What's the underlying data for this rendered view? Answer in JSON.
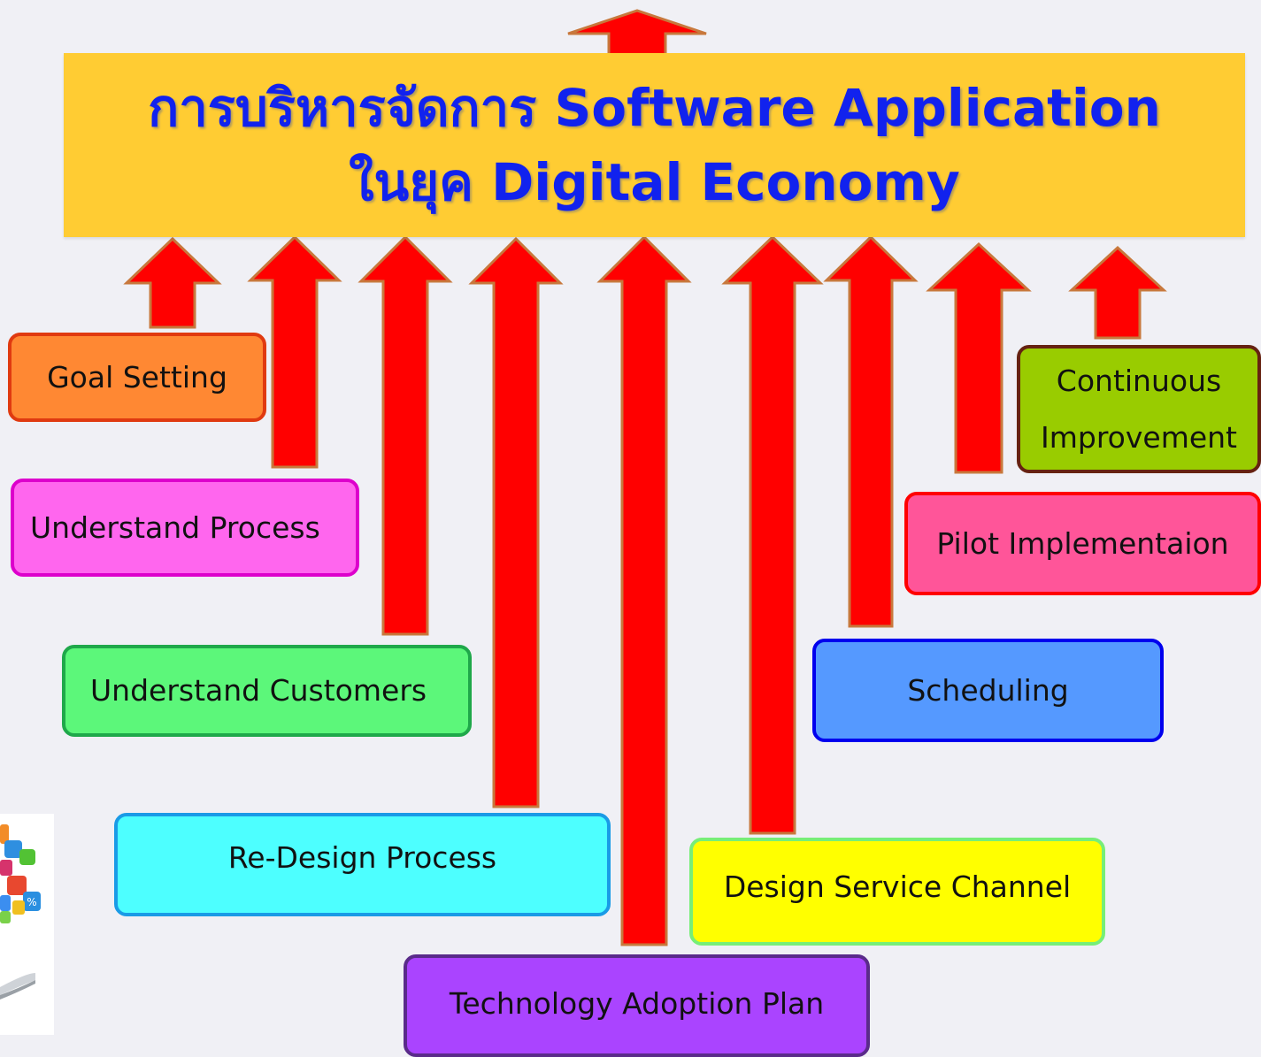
{
  "title": {
    "line1": "การบริหารจัดการ Software Application",
    "line2": "ในยุค Digital Economy",
    "text_color": "#1122ee",
    "background": "#ffcc33"
  },
  "arrow_color": "#ff0000",
  "arrow_outline": "#c8783c",
  "steps": [
    {
      "key": "goal",
      "label": "Goal Setting",
      "fill": "#ff8833",
      "border": "#e03a10"
    },
    {
      "key": "process",
      "label": "Understand Process",
      "fill": "#ff66ee",
      "border": "#dd00cc"
    },
    {
      "key": "customers",
      "label": "Understand Customers",
      "fill": "#5cf77a",
      "border": "#1fa84a"
    },
    {
      "key": "redesign",
      "label": "Re-Design Process",
      "fill": "#4dffff",
      "border": "#1a9be6"
    },
    {
      "key": "tech",
      "label": "Technology Adoption Plan",
      "fill": "#aa44ff",
      "border": "#5a2b8a"
    },
    {
      "key": "service",
      "label": "Design Service Channel",
      "fill": "#ffff00",
      "border": "#77ee77"
    },
    {
      "key": "scheduling",
      "label": "Scheduling",
      "fill": "#5599ff",
      "border": "#0000ee"
    },
    {
      "key": "pilot",
      "label": "Pilot Implementaion",
      "fill": "#ff5599",
      "border": "#ff0000"
    },
    {
      "key": "continuous",
      "label_line1": "Continuous",
      "label_line2": "Improvement",
      "fill": "#99cc00",
      "border": "#662211"
    }
  ]
}
